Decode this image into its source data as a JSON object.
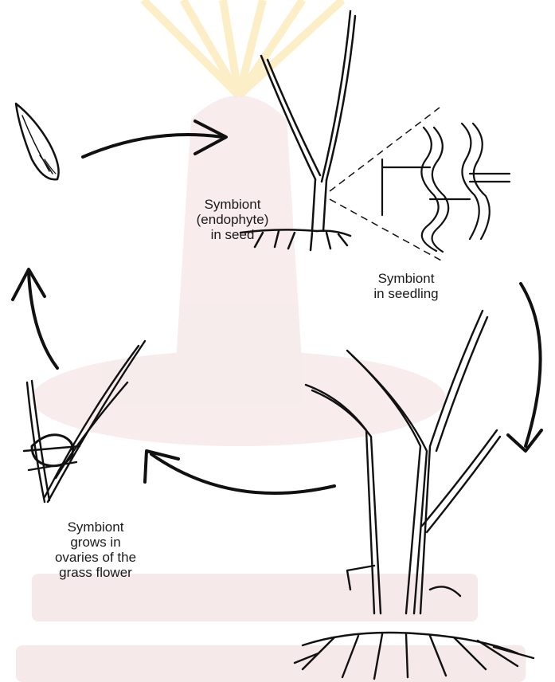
{
  "labels": {
    "seed": "Symbiont\n(endophyte)\nin seed",
    "seedling": "Symbiont\nin seedling",
    "ovaries": "Symbiont\ngrows in\novaries of the\ngrass flower"
  },
  "colors": {
    "ink": "#111111",
    "watermark_ray": "#fbe9b0",
    "watermark_body": "#f3e3e3"
  }
}
